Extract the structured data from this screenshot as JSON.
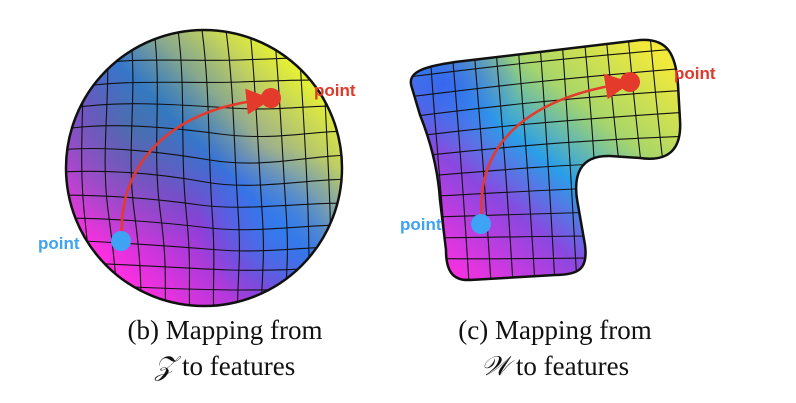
{
  "panel_b": {
    "start_label": "point",
    "end_label": "point",
    "caption_line1": "(b) Mapping from",
    "caption_symbol": "𝒵",
    "caption_line2_rest": " to features"
  },
  "panel_c": {
    "start_label": "point",
    "end_label": "point",
    "caption_line1": "(c) Mapping from",
    "caption_symbol": "𝒲",
    "caption_line2_rest": " to features"
  },
  "colors": {
    "start_point": "#3ea2f5",
    "end_point": "#e33a2b",
    "arrow": "#e33a2b",
    "start_label": "#3ea2f5",
    "end_label": "#e03a2a"
  }
}
